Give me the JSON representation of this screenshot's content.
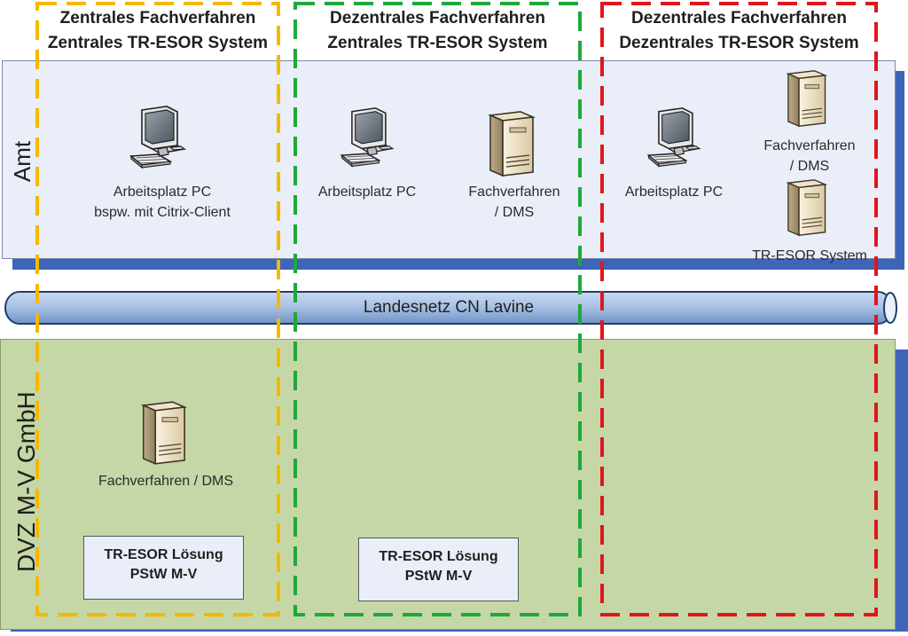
{
  "columns": [
    {
      "title_1": "Zentrales Fachverfahren",
      "title_2": "Zentrales TR-ESOR System",
      "color": "#f5b800"
    },
    {
      "title_1": "Dezentrales Fachverfahren",
      "title_2": "Zentrales TR-ESOR System",
      "color": "#1fa83a"
    },
    {
      "title_1": "Dezentrales Fachverfahren",
      "title_2": "Dezentrales TR-ESOR System",
      "color": "#e0161b"
    }
  ],
  "bands": {
    "amt": {
      "label": "Amt",
      "color": "#e9eef8"
    },
    "dvz": {
      "label": "DVZ M-V GmbH",
      "color": "#c6d7a7"
    },
    "shadow_color": "#3f65b8"
  },
  "network": {
    "label": "Landesnetz CN Lavine"
  },
  "amt_nodes": {
    "col1_pc": {
      "line1": "Arbeitsplatz PC",
      "line2": "bspw. mit Citrix-Client",
      "icon": "workstation-icon"
    },
    "col2_pc": {
      "line1": "Arbeitsplatz PC",
      "icon": "workstation-icon"
    },
    "col2_server": {
      "line1": "Fachverfahren",
      "line2": "/ DMS",
      "icon": "server-icon"
    },
    "col3_pc": {
      "line1": "Arbeitsplatz PC",
      "icon": "workstation-icon"
    },
    "col3_server1": {
      "line1": "Fachverfahren",
      "line2": "/ DMS",
      "icon": "server-icon"
    },
    "col3_server2": {
      "line1": "TR-ESOR System",
      "icon": "server-icon"
    }
  },
  "dvz_nodes": {
    "col1_server": {
      "line1": "Fachverfahren / DMS",
      "icon": "server-icon"
    },
    "col1_box": {
      "line1": "TR-ESOR Lösung",
      "line2": "PStW M-V"
    },
    "col2_box": {
      "line1": "TR-ESOR Lösung",
      "line2": "PStW M-V"
    }
  }
}
